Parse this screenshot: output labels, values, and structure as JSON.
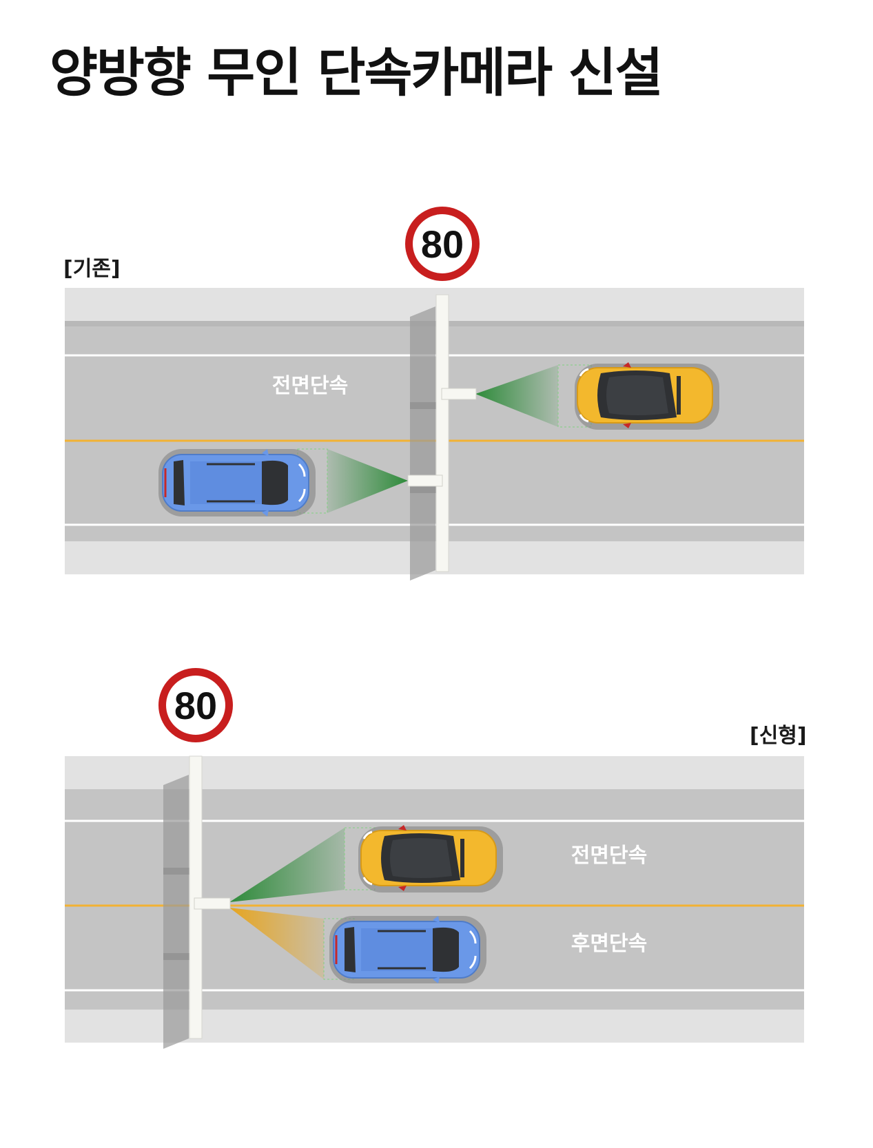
{
  "title": "양방향 무인 단속카메라 신설",
  "sections": {
    "old": {
      "label": "[기존]",
      "speed_limit": "80",
      "zone_label": "전면단속"
    },
    "new": {
      "label": "[신형]",
      "speed_limit": "80",
      "front_label": "전면단속",
      "rear_label": "후면단속"
    }
  },
  "colors": {
    "road": "#c4c4c4",
    "shoulder": "#e2e2e2",
    "center_line": "#f2b233",
    "car_yellow": "#f3b82d",
    "car_blue": "#6a98e8",
    "camera_beam_green": "#3d9a45",
    "camera_beam_yellow": "#e8b53a",
    "sign_ring": "#c81e1e"
  }
}
